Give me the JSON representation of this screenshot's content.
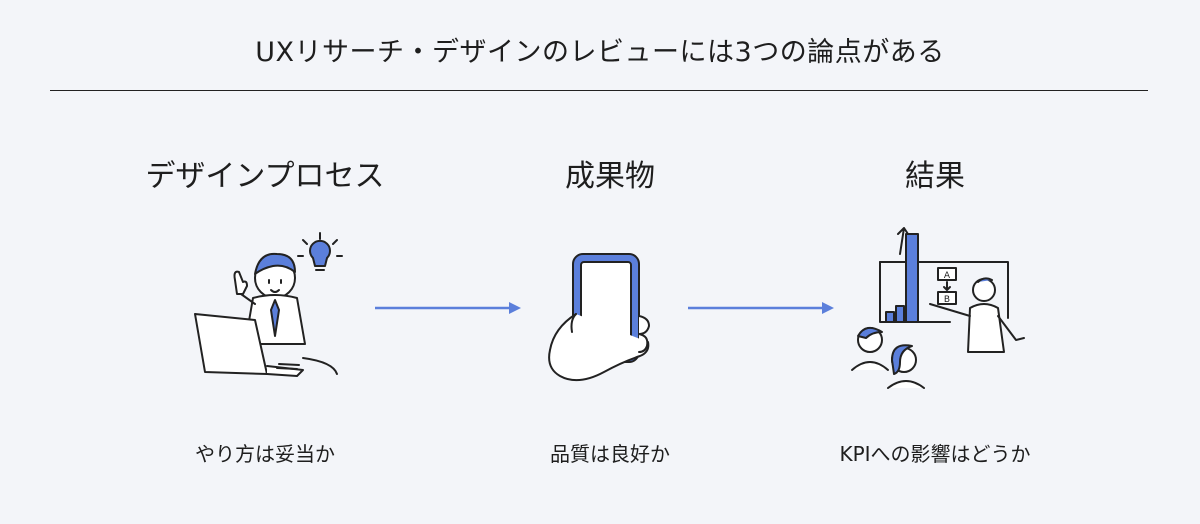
{
  "title": "UXリサーチ・デザインのレビューには3つの論点がある",
  "columns": [
    {
      "heading": "デザインプロセス",
      "caption": "やり方は妥当か",
      "icon": "designer-at-laptop-icon"
    },
    {
      "heading": "成果物",
      "caption": "品質は良好か",
      "icon": "smartphone-in-hand-icon"
    },
    {
      "heading": "結果",
      "caption": "KPIへの影響はどうか",
      "icon": "presentation-chart-icon"
    }
  ],
  "colors": {
    "accent": "#5b7fdb",
    "line": "#222222",
    "background": "#f3f5f9"
  },
  "chart_in_illustration": {
    "label_a": "A",
    "label_b": "B"
  }
}
